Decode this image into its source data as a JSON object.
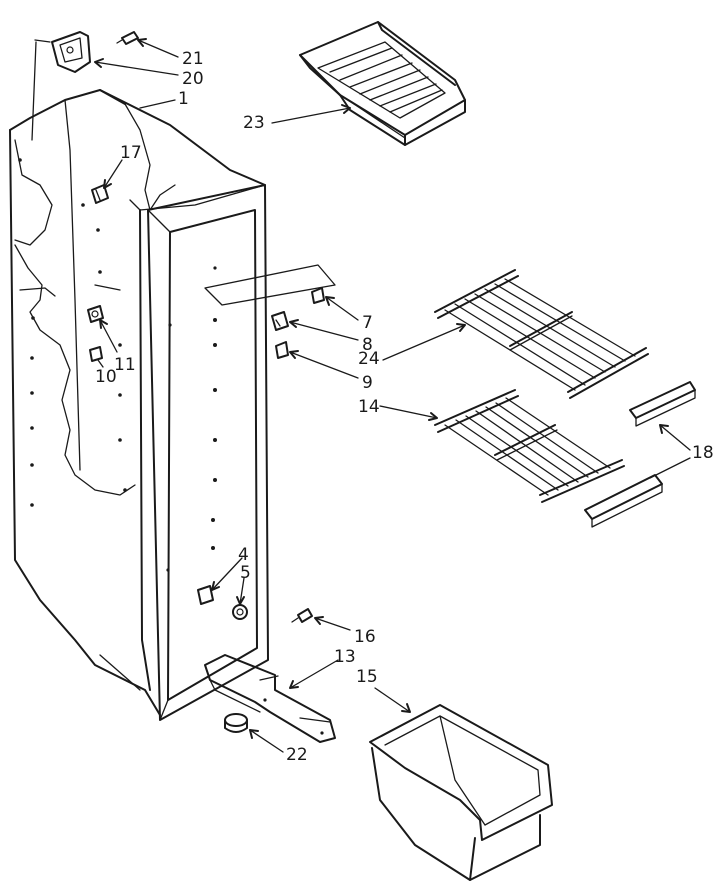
{
  "callouts": {
    "c1": "1",
    "c4": "4",
    "c5": "5",
    "c7": "7",
    "c8": "8",
    "c9": "9",
    "c10": "10",
    "c11": "11",
    "c13": "13",
    "c14": "14",
    "c15": "15",
    "c16": "16",
    "c17": "17",
    "c18": "18",
    "c20": "20",
    "c21": "21",
    "c22": "22",
    "c23": "23",
    "c24": "24"
  }
}
